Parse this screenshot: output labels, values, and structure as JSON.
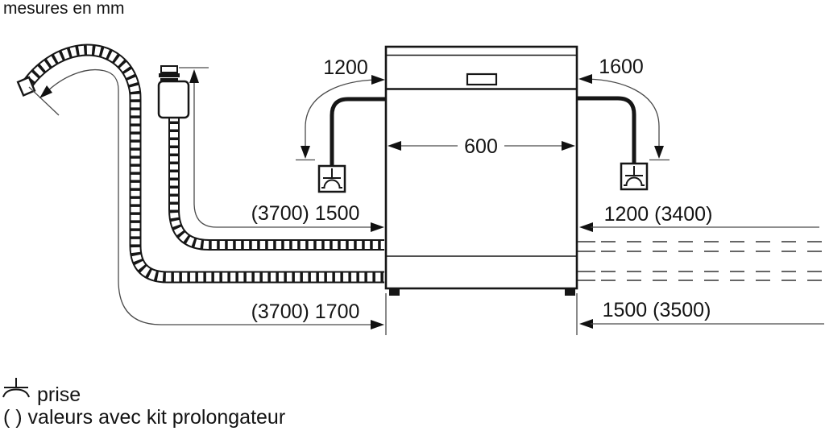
{
  "title": "mesures en mm",
  "colors": {
    "ink": "#161616",
    "dim_line": "#4a4a4a",
    "background": "#ffffff"
  },
  "dimensions": {
    "power_cord_left": "1200",
    "power_cord_right": "1600",
    "appliance_width": "600",
    "supply_hose": "(3700) 1500",
    "supply_extension_right": "1200 (3400)",
    "drain_hose": "(3700) 1700",
    "drain_extension_right": "1500 (3500)"
  },
  "legend": {
    "plug_icon": "power-socket-icon",
    "plug_label": "prise",
    "extension_kit_label": "( ) valeurs avec kit prolongateur"
  }
}
